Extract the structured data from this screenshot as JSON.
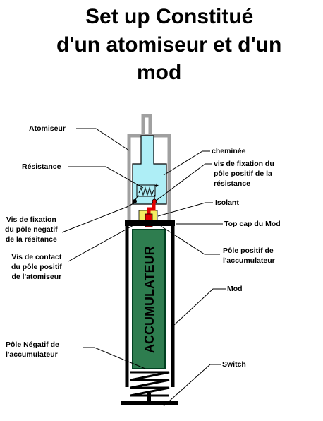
{
  "title": {
    "line1": "Set up Constitué",
    "line2": "d'un atomiseur et d'un",
    "line3": "mod"
  },
  "labels": {
    "atomiseur": "Atomiseur",
    "resistance": "Résistance",
    "cheminee": "cheminée",
    "vis_fixation_positif": "vis de fixation du\npôle positif de la\nrésistance",
    "isolant": "Isolant",
    "top_cap": "Top cap du Mod",
    "vis_fixation_negatif": "Vis de fixation\ndu pôle negatif\nde la résitance",
    "vis_contact": "Vis de contact\ndu pôle positif\nde l'atomiseur",
    "pole_positif_accu": "Pôle positif de\nl'accumulateur",
    "mod": "Mod",
    "pole_negatif_accu": "Pôle Négatif de\nl'accumulateur",
    "switch": "Switch"
  },
  "battery_text": "ACCUMULATEUR",
  "resistance_marks": {
    "minus": "-",
    "plus": "+"
  },
  "colors": {
    "atomizer_outline": "#a0a0a0",
    "liquid": "#aeeef6",
    "battery": "#2e7d4f",
    "battery_outline": "#004020",
    "red_pole": "#e00000",
    "insulator": "#f4ee60",
    "black": "#000000"
  }
}
